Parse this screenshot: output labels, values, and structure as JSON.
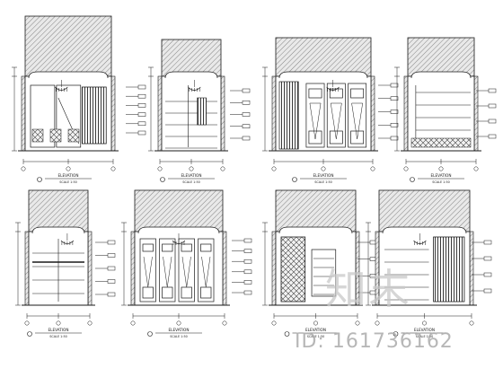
{
  "sheet": {
    "background": "#ffffff",
    "line_color": "#1a1a1a",
    "hatch_color": "#555555"
  },
  "views": [
    {
      "id": "elev-1",
      "title": "ELEVATION",
      "scale": "SCALE 1:50"
    },
    {
      "id": "elev-2",
      "title": "ELEVATION",
      "scale": "SCALE 1:50"
    },
    {
      "id": "elev-3",
      "title": "ELEVATION",
      "scale": "SCALE 1:50"
    },
    {
      "id": "elev-4",
      "title": "ELEVATION",
      "scale": "SCALE 1:50"
    },
    {
      "id": "elev-5",
      "title": "ELEVATION",
      "scale": "SCALE 1:50"
    },
    {
      "id": "elev-6",
      "title": "ELEVATION",
      "scale": "SCALE 1:50"
    },
    {
      "id": "elev-7",
      "title": "ELEVATION",
      "scale": "SCALE 1:50"
    },
    {
      "id": "elev-8",
      "title": "ELEVATION",
      "scale": "SCALE 1:50"
    }
  ],
  "watermark": {
    "logo_text": "知末",
    "id_text": "ID: 161736162",
    "color": "#bdbdbd"
  }
}
